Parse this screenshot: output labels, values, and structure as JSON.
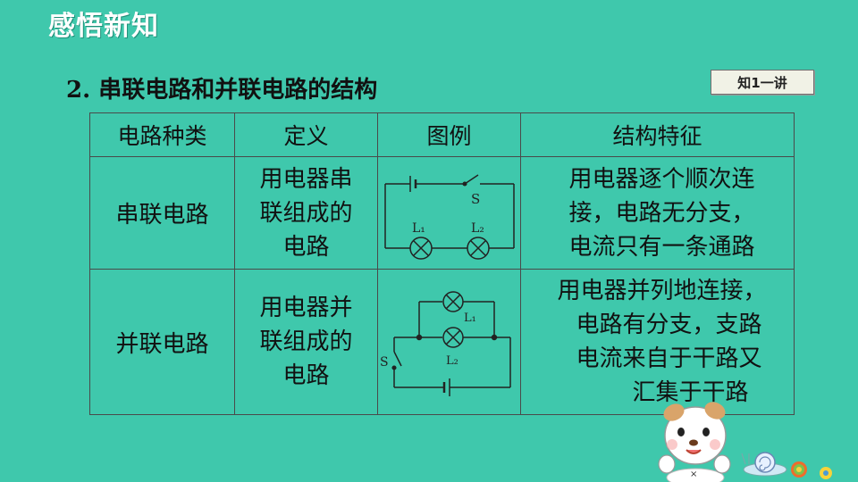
{
  "header": {
    "title": "感悟新知"
  },
  "section": {
    "title": "2. 串联电路和并联电路的结构"
  },
  "badge": {
    "label": "知1一讲"
  },
  "table": {
    "headers": [
      "电路种类",
      "定义",
      "图例",
      "结构特征"
    ],
    "rows": [
      {
        "type": "串联电路",
        "definition": [
          "用电器串",
          "联组成的",
          "电路"
        ],
        "diagram": {
          "switch_label": "S",
          "lamp1_label": "L₁",
          "lamp2_label": "L₂"
        },
        "features": [
          "用电器逐个顺次连",
          "接，电路无分支，",
          "电流只有一条通路"
        ]
      },
      {
        "type": "并联电路",
        "definition": [
          "用电器并",
          "联组成的",
          "电路"
        ],
        "diagram": {
          "switch_label": "S",
          "lamp1_label": "L₁",
          "lamp2_label": "L₂"
        },
        "features": [
          "用电器并列地连接，",
          "电路有分支，支路",
          "电流来自于干路又",
          "汇集于干路"
        ]
      }
    ]
  }
}
